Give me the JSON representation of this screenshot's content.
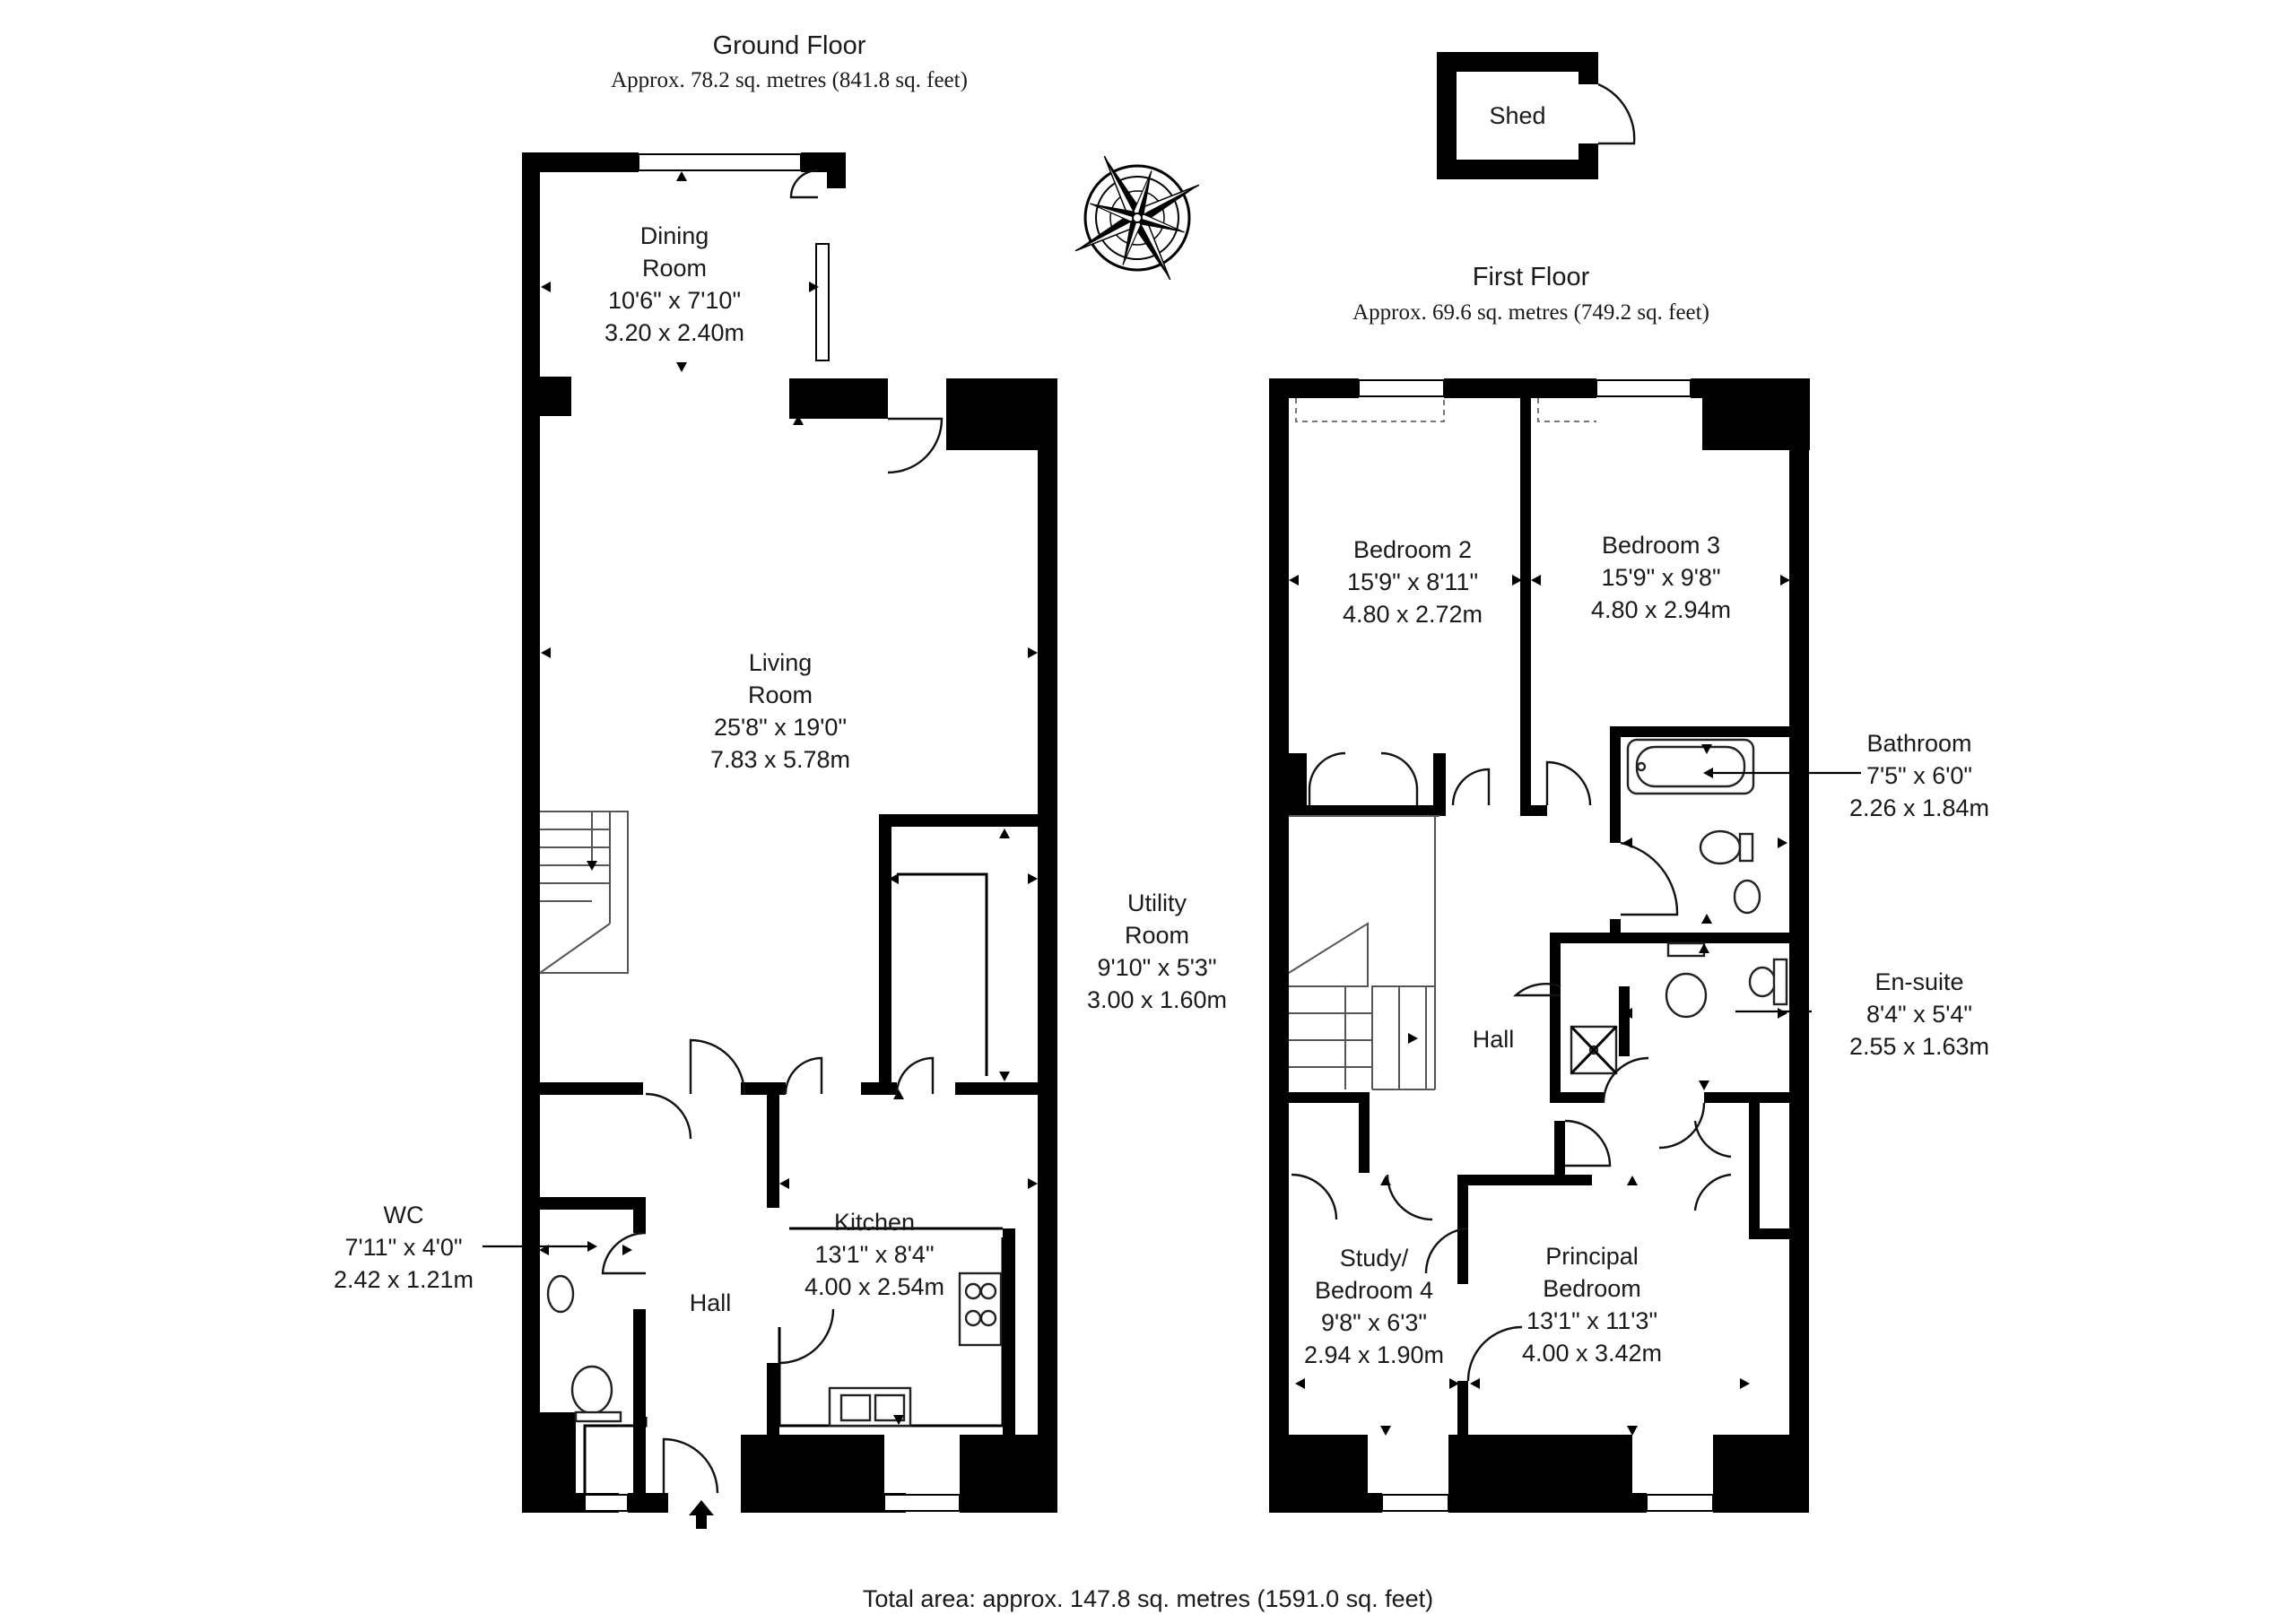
{
  "ground_floor": {
    "title": "Ground Floor",
    "area": "Approx. 78.2 sq. metres (841.8 sq. feet)",
    "rooms": {
      "dining": {
        "name1": "Dining",
        "name2": "Room",
        "imperial": "10'6\" x 7'10\"",
        "metric": "3.20 x 2.40m"
      },
      "living": {
        "name1": "Living",
        "name2": "Room",
        "imperial": "25'8\" x 19'0\"",
        "metric": "7.83 x 5.78m"
      },
      "utility": {
        "name1": "Utility",
        "name2": "Room",
        "imperial": "9'10\" x 5'3\"",
        "metric": "3.00 x 1.60m"
      },
      "kitchen": {
        "name": "Kitchen",
        "imperial": "13'1\" x 8'4\"",
        "metric": "4.00 x 2.54m"
      },
      "wc": {
        "name": "WC",
        "imperial": "7'11\" x 4'0\"",
        "metric": "2.42 x 1.21m"
      },
      "hall": {
        "name": "Hall"
      }
    }
  },
  "first_floor": {
    "title": "First Floor",
    "area": "Approx. 69.6 sq. metres (749.2 sq. feet)",
    "rooms": {
      "bedroom2": {
        "name": "Bedroom 2",
        "imperial": "15'9\" x 8'11\"",
        "metric": "4.80 x 2.72m"
      },
      "bedroom3": {
        "name": "Bedroom 3",
        "imperial": "15'9\" x 9'8\"",
        "metric": "4.80 x 2.94m"
      },
      "bathroom": {
        "name": "Bathroom",
        "imperial": "7'5\" x 6'0\"",
        "metric": "2.26 x 1.84m"
      },
      "ensuite": {
        "name": "En-suite",
        "imperial": "8'4\" x 5'4\"",
        "metric": "2.55 x 1.63m"
      },
      "hall": {
        "name": "Hall"
      },
      "study": {
        "name1": "Study/",
        "name2": "Bedroom 4",
        "imperial": "9'8\" x 6'3\"",
        "metric": "2.94 x 1.90m"
      },
      "principal": {
        "name1": "Principal",
        "name2": "Bedroom",
        "imperial": "13'1\" x 11'3\"",
        "metric": "4.00 x 3.42m"
      }
    }
  },
  "shed": {
    "name": "Shed"
  },
  "compass": {
    "icon": "compass-rose-icon"
  },
  "total_area": "Total area: approx. 147.8 sq. metres (1591.0 sq. feet)",
  "colors": {
    "walls": "#000000",
    "background": "#ffffff",
    "text": "#1a1a1a"
  }
}
